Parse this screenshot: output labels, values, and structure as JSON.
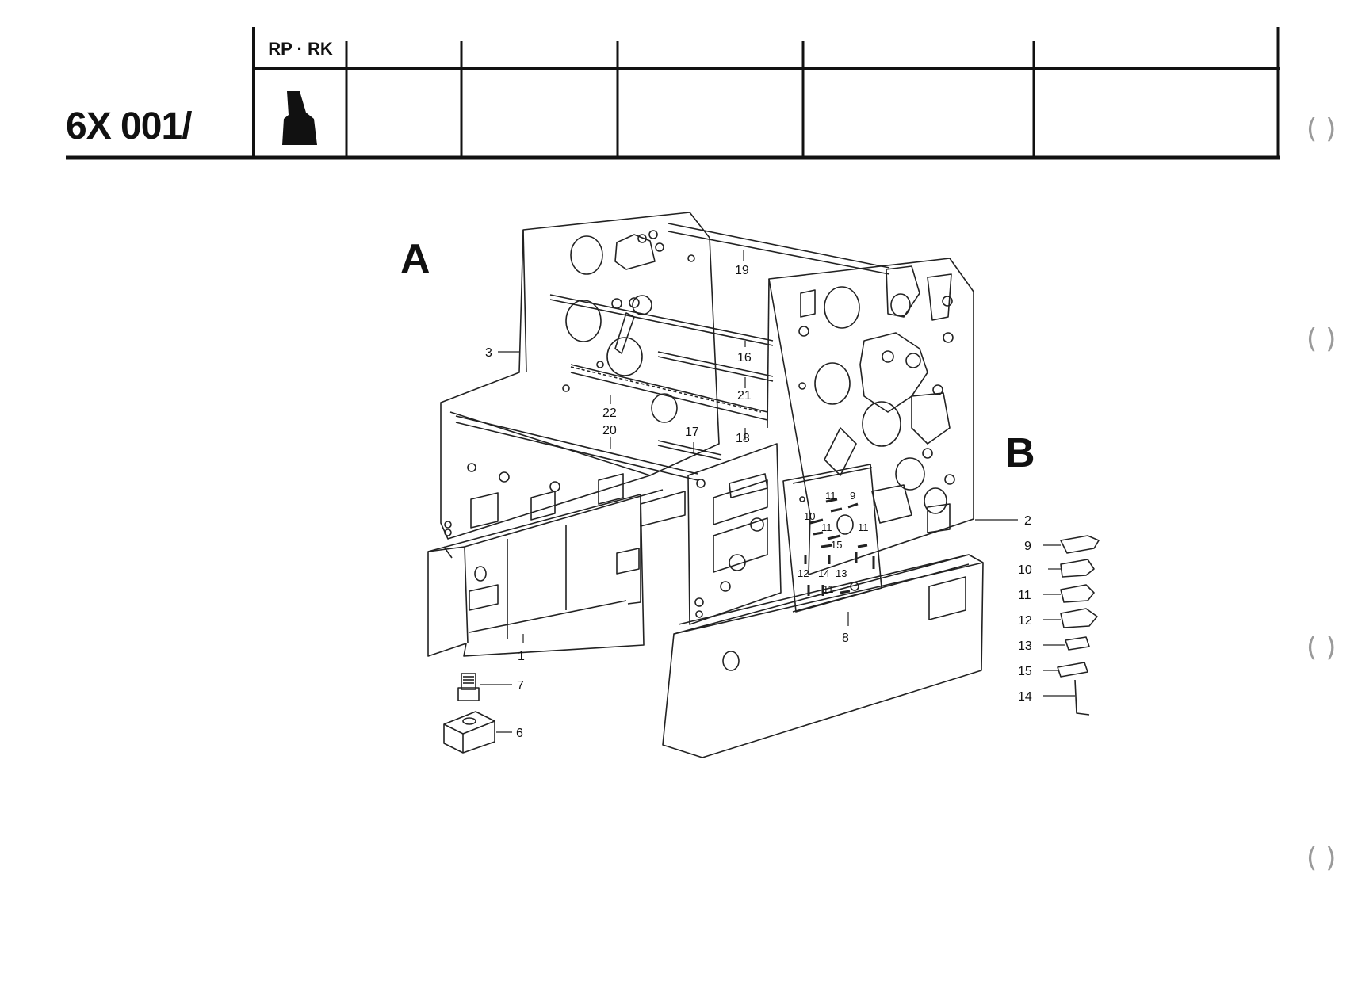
{
  "header": {
    "doc_code": "6X 001/",
    "column_header": "RP · RK"
  },
  "labels": {
    "A": "A",
    "B": "B"
  },
  "callouts": {
    "c1": "1",
    "c2": "2",
    "c3": "3",
    "c6": "6",
    "c7": "7",
    "c8": "8",
    "c16": "16",
    "c17": "17",
    "c18": "18",
    "c19": "19",
    "c20": "20",
    "c21": "21",
    "c22": "22",
    "plate_11a": "11",
    "plate_9": "9",
    "plate_10": "10",
    "plate_11b": "11",
    "plate_11c": "11",
    "plate_15": "15",
    "plate_12": "12",
    "plate_14": "14",
    "plate_13": "13",
    "plate_11d": "11",
    "side_9": "9",
    "side_10": "10",
    "side_11": "11",
    "side_12": "12",
    "side_13": "13",
    "side_15": "15",
    "side_14": "14"
  },
  "icons": {
    "binder_holes": [
      "binder-hole-icon",
      "binder-hole-icon",
      "binder-hole-icon",
      "binder-hole-icon"
    ],
    "machine_silhouette": "machine-silhouette-icon"
  }
}
